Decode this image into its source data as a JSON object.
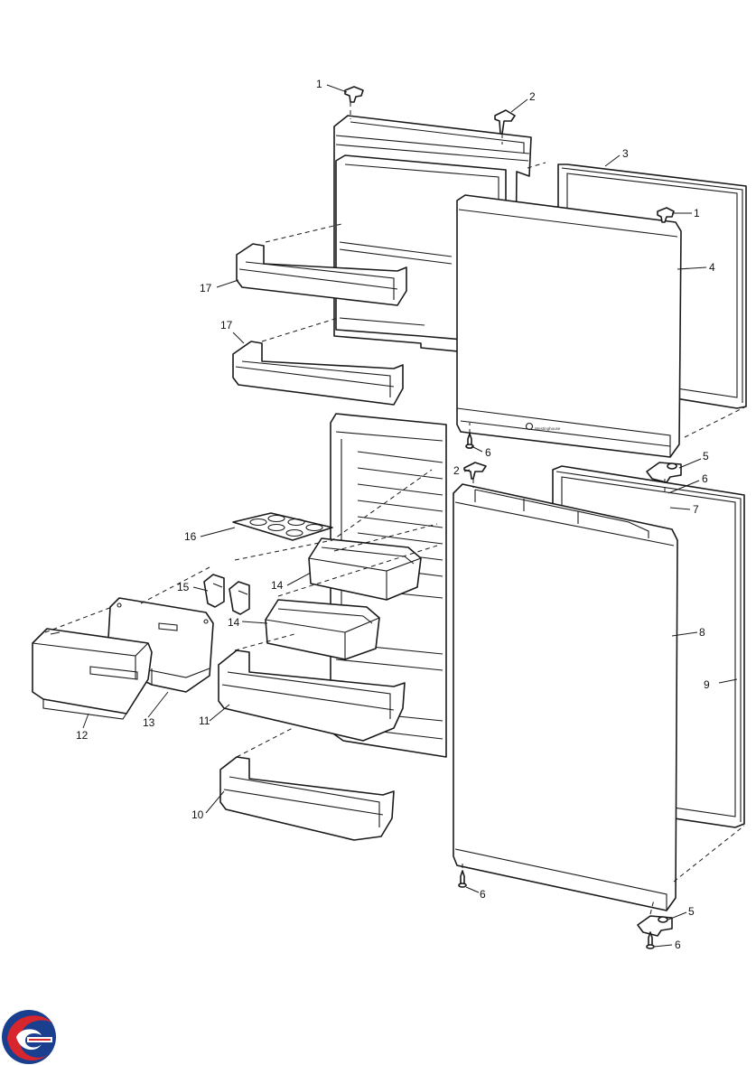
{
  "callouts": {
    "c1a": "1",
    "c2a": "2",
    "c3": "3",
    "c1b": "1",
    "c4": "4",
    "c17a": "17",
    "c17b": "17",
    "c6a": "6",
    "c5a": "5",
    "c2b": "2",
    "c6b": "6",
    "c7": "7",
    "c16": "16",
    "c14a": "14",
    "c15": "15",
    "c14b": "14",
    "c8": "8",
    "c9": "9",
    "c11": "11",
    "c12": "12",
    "c13": "13",
    "c10": "10",
    "c6c": "6",
    "c5b": "5",
    "c6d": "6"
  },
  "door_brand": "Westinghouse",
  "colors": {
    "line": "#1a1a1a",
    "logo_blue": "#1b3f8f",
    "logo_red": "#d7262e"
  },
  "icons": {
    "logo": "swirl-logo-icon"
  }
}
